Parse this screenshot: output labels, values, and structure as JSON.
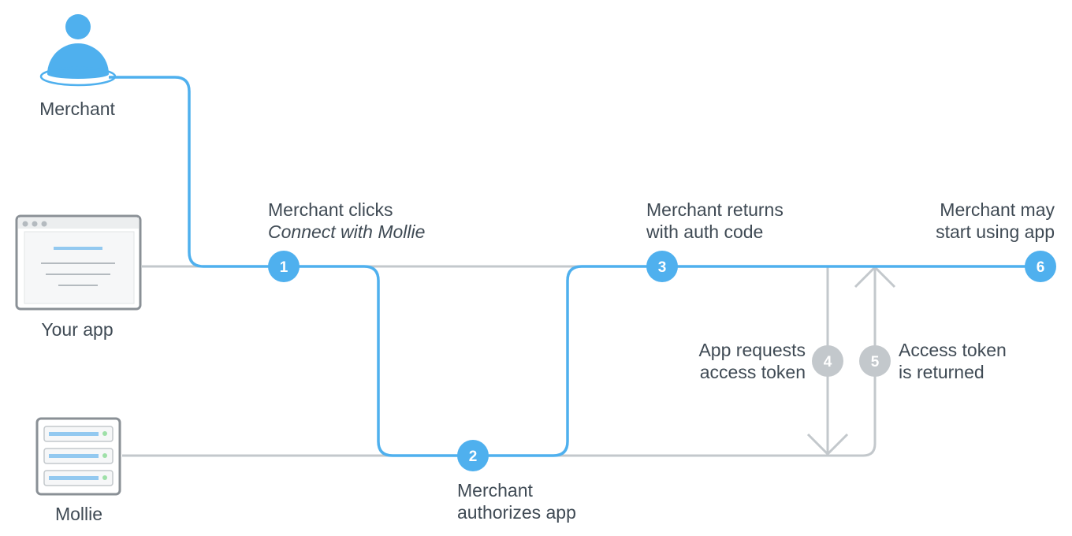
{
  "actors": {
    "merchant": "Merchant",
    "app": "Your app",
    "mollie": "Mollie"
  },
  "steps": [
    {
      "number": "1",
      "line1": "Merchant clicks",
      "line2": "Connect with Mollie"
    },
    {
      "number": "2",
      "line1": "Merchant",
      "line2": "authorizes app"
    },
    {
      "number": "3",
      "line1": "Merchant returns",
      "line2": "with auth code"
    },
    {
      "number": "4",
      "line1": "App requests",
      "line2": "access token"
    },
    {
      "number": "5",
      "line1": "Access token",
      "line2": "is returned"
    },
    {
      "number": "6",
      "line1": "Merchant may",
      "line2": "start using app"
    }
  ],
  "colors": {
    "flow": "#4fb0ee",
    "lane": "#c3c8cc",
    "text": "#3f4a54",
    "icon_frame": "#8a9096",
    "server_bar": "#93c9f0",
    "server_led": "#9ee0a8"
  }
}
